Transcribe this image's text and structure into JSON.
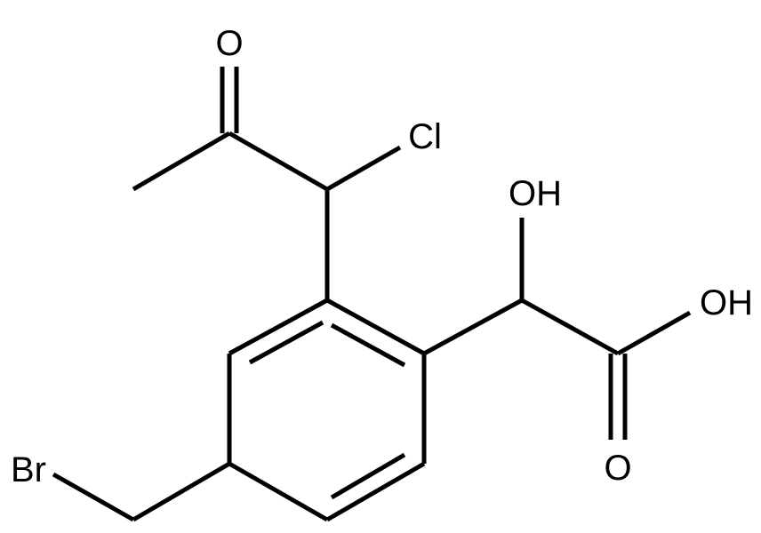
{
  "atoms": {
    "ketone_oxygen": "O",
    "chlorine": "Cl",
    "hydroxyl_oxygen": "OH",
    "acid_hydroxyl": "OH",
    "acid_carbonyl_oxygen": "O",
    "bromine": "Br"
  }
}
